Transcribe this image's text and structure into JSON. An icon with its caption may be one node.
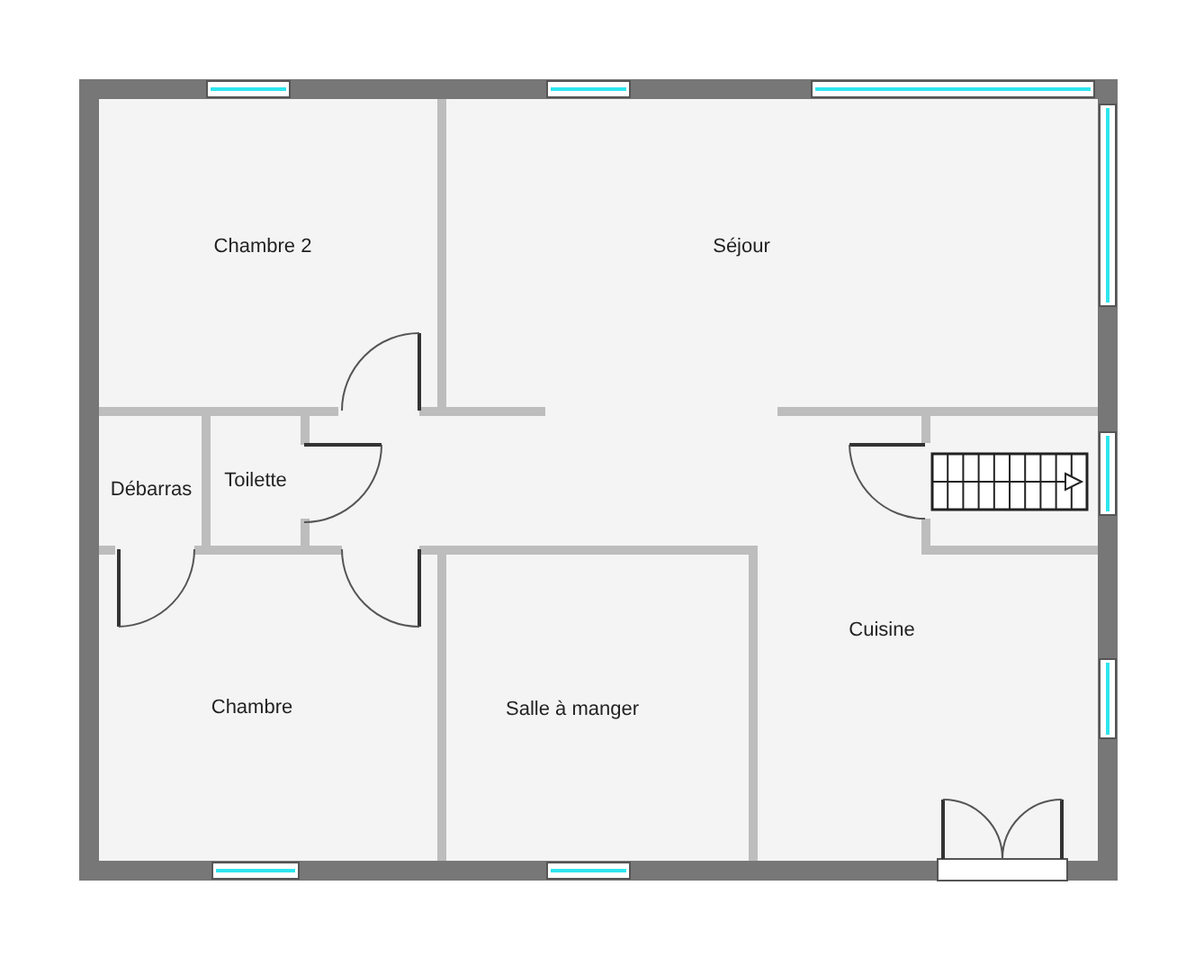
{
  "diagram": {
    "nodes": [
      {
        "text": [
          "Chambre 2"
        ]
      },
      {
        "text": [
          "Séjour"
        ]
      },
      {
        "text": [
          "Débarras"
        ]
      },
      {
        "text": [
          "Toilette"
        ]
      },
      {
        "text": [
          "Chambre"
        ]
      },
      {
        "text": [
          "Salle à manger"
        ]
      },
      {
        "text": [
          "Cuisine"
        ]
      }
    ]
  }
}
